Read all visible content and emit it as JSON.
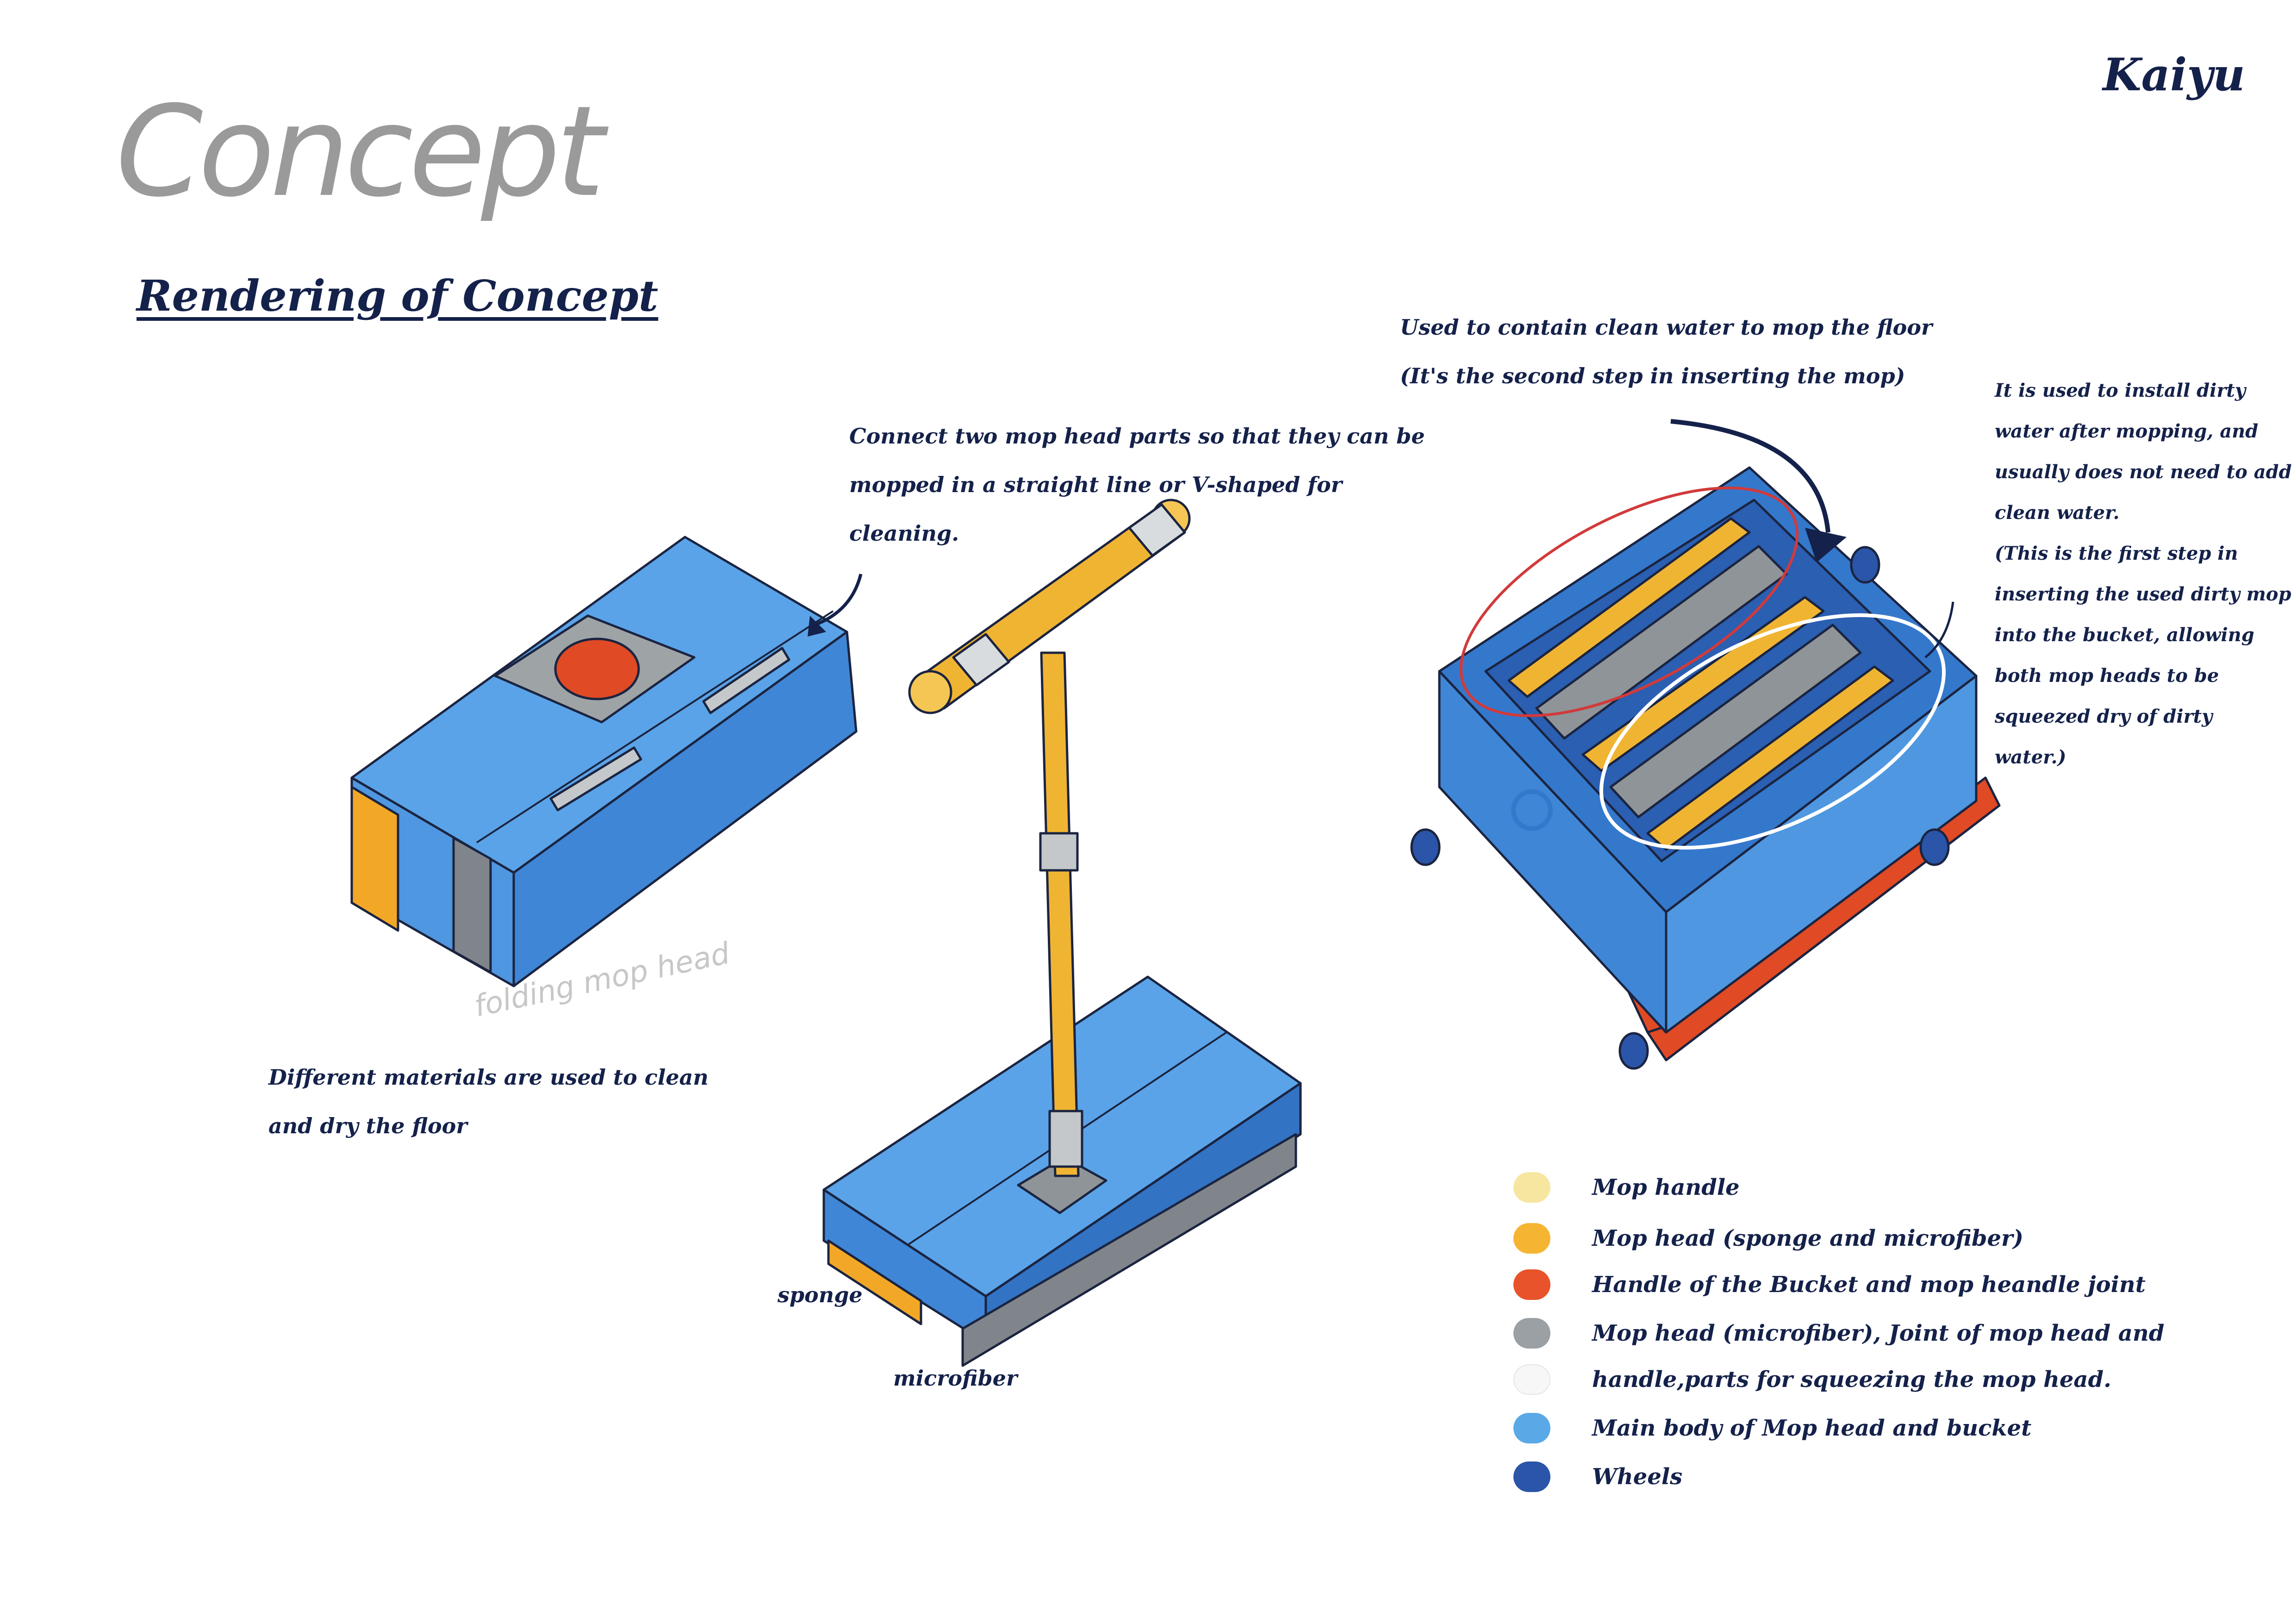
{
  "header": {
    "signature": "Kaiyu",
    "concept_word": "Concept",
    "title": "Rendering of Concept"
  },
  "annotations": {
    "connect_note": [
      "Connect two mop head parts so that they can be",
      "mopped in a straight line or V-shaped for",
      "cleaning."
    ],
    "materials_note": [
      "Different materials are used to clean",
      "and dry the floor"
    ],
    "pencil_note": "folding mop head",
    "clean_water_note": [
      "Used to contain clean water to mop the floor",
      "(It's the second step in inserting the mop)"
    ],
    "dirty_water_note": [
      "It is used to install dirty",
      "water after mopping, and",
      "usually does not need to add",
      "clean water.",
      "(This is the first step in",
      "inserting the used dirty mop",
      "into the bucket, allowing",
      "both mop heads to be",
      "squeezed dry of dirty",
      "water.)"
    ],
    "sponge_label": "sponge",
    "microfiber_label": "microfiber"
  },
  "legend": [
    {
      "label": "Mop handle",
      "color": "#f7e6a0"
    },
    {
      "label": "Mop head (sponge and microfiber)",
      "color": "#f5b533"
    },
    {
      "label": "Handle of the Bucket and mop heandle joint",
      "color": "#e8532b"
    },
    {
      "label": "Mop head (microfiber), Joint of mop head and",
      "color": "#9aa0a3"
    },
    {
      "label": "handle,parts for squeezing the mop head.",
      "color": "#f7f7f7"
    },
    {
      "label": "Main body of Mop head and bucket",
      "color": "#5aa9e6"
    },
    {
      "label": "Wheels",
      "color": "#2a55a8"
    }
  ],
  "colors": {
    "ink": "#14214a",
    "blue": "#4a90d9",
    "blue_light": "#7fbdf0",
    "orange": "#f5b533",
    "red": "#e04a24",
    "grey": "#8f9498"
  }
}
